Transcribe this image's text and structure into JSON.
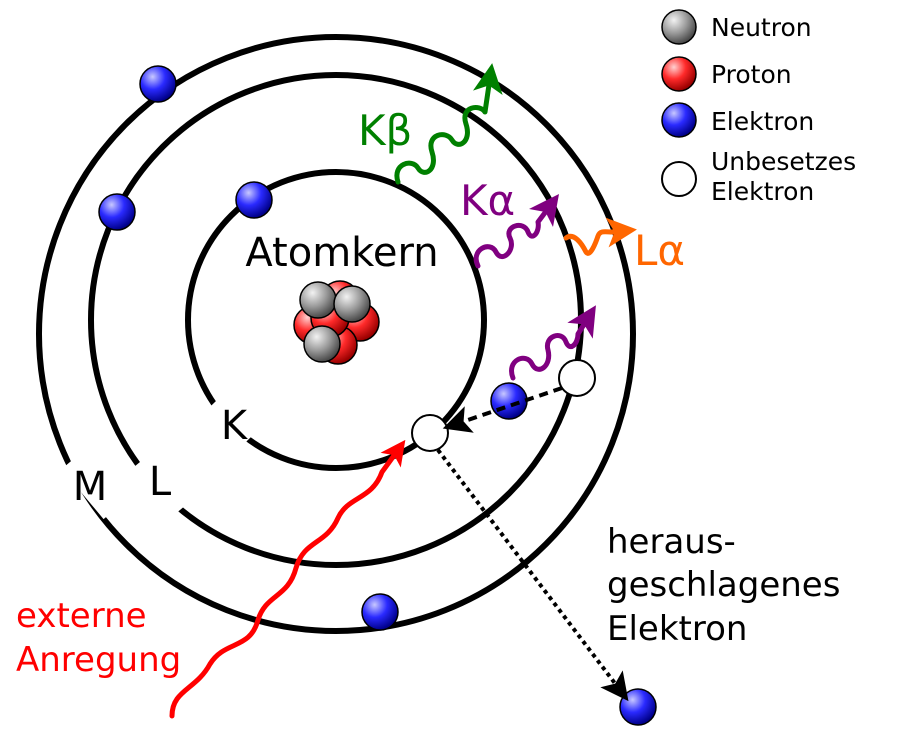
{
  "title": "Atomkern",
  "shells": [
    {
      "label": "K"
    },
    {
      "label": "L"
    },
    {
      "label": "M"
    }
  ],
  "emissions": [
    {
      "label": "Kβ",
      "color": "#008000"
    },
    {
      "label": "Kα",
      "color": "#800080"
    },
    {
      "label": "Lα",
      "color": "#ff6600"
    }
  ],
  "excitation_label": [
    "externe",
    "Anregung"
  ],
  "excitation_color": "#ff0000",
  "ejected_label": [
    "heraus-",
    "geschlagenes",
    "Elektron"
  ],
  "legend": [
    {
      "label": "Neutron",
      "color": "#999999"
    },
    {
      "label": "Proton",
      "color": "#ff2020"
    },
    {
      "label": "Elektron",
      "color": "#2020ff"
    },
    {
      "label": "Unbesetzes Elektron",
      "lines": [
        "Unbesetzes",
        "Elektron"
      ],
      "color": "#ffffff"
    }
  ]
}
